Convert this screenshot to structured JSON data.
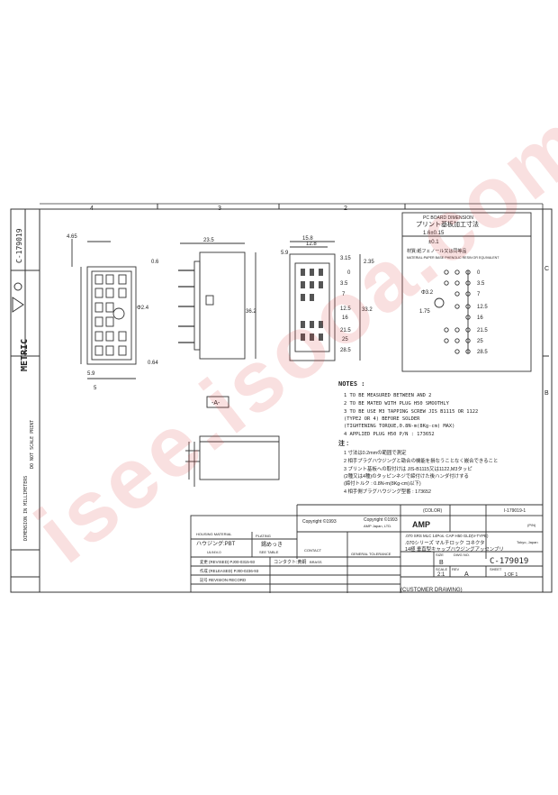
{
  "watermark": "isee.isooa.com",
  "frame": {
    "zones_top": [
      "4",
      "3",
      "2"
    ],
    "zones_right": [
      "C",
      "B"
    ],
    "side_title": "C-179019",
    "side_metric": "METRIC",
    "side_note_1": "DIMENSION IN MILLIMETERS",
    "side_note_2": "DO NOT SCALE PRINT"
  },
  "pcb": {
    "header_1": "PC BOARD DIMENSION",
    "header_2": "プリント基板加工寸法",
    "tol_1": "1.6±0.15",
    "tol_2": "±0.1",
    "material_1": "材質:紙フェノール又は同等品",
    "material_2": "MATERIAL:PAPER BASE PHENOLIC RESIN OR EQUIVALENT",
    "hole_dia": "Φ3.2",
    "dims": [
      "0",
      "3.5",
      "7",
      "12.5",
      "16",
      "21.5",
      "25",
      "28.5"
    ],
    "left_dim": "1.75"
  },
  "dims": {
    "front": [
      "4.65",
      "23.5",
      "36.2",
      "5.9",
      "0.6",
      "Φ2.4",
      "0.64",
      "5"
    ],
    "side": [
      "15.8",
      "12.8",
      "5.9",
      "3.15",
      "2.35",
      "0",
      "3.5",
      "7",
      "12.5",
      "16",
      "21.5",
      "25",
      "28.5",
      "33.2"
    ],
    "view_label": "-A-"
  },
  "notes": {
    "title": "NOTES :",
    "en": [
      "1  TO BE MEASURED BETWEEN  AND 2",
      "2  TO BE MATED WITH PLUG H50 SMOOTHLY",
      "3  TO BE USE M3 TAPPING SCREW JIS B1115 OR 1122",
      "   (TYPE2 OR 4) BEFORE SOLDER",
      "   (TIGHTENING TORQUE,0.8N-m(8Kg-cm) MAX)",
      "4  APPLIED PLUG H50 P/N : 173652"
    ],
    "ja_title": "注 :",
    "ja": [
      "1  寸法は0.2mmの範囲で測定",
      "2  相手プラグハウジングと勘合の機能を損なうことなく嵌合できること",
      "3  プリント基板への取付けは  JIS-B1115又は1122,M3タッピ",
      "   (2種又は4種)のタッピンネジで締付けた後ハンダ付けする",
      "   (締付トルク :  0.8N-m(8Kg-cm)以下)",
      "4  相手側プラグハウジング型番 : 173652"
    ]
  },
  "title_block": {
    "copyright_1": "Copyright ©1993",
    "copyright_2": "Copyright ©1993",
    "company_small": "AMP Japan, LTD.",
    "logo": "AMP",
    "location": "Tokyo, Japan",
    "part_ref": "I-179019-1",
    "color_label": "(COLOR)",
    "pn_label": "(P/N)",
    "housing_label": "HOUSING MATERIAL",
    "housing_value": "ハウジング:PBT",
    "housing_sub": "UL94V-0",
    "plating_label": "PLATING",
    "plating_value": "錫めっき",
    "see_table": "SEE TABLE",
    "contact_label": "CONTACT",
    "contact_value": "コンタクト:黄銅",
    "brass": "BRASS",
    "title_en": ".070 SRS MLC 14Pos. CAP H50 GLD(V-TYPE)",
    "title_ja_1": ".070シリーズ マルチロック コネクタ",
    "title_ja_2": "14極 垂直型キャップハウジングアッセンブリ",
    "size_label": "SIZE",
    "size_value": "B",
    "dwg_no_label": "DWG NO.",
    "dwg_no": "C-179019",
    "scale_label": "SCALE",
    "scale_value": "2:1",
    "rev_label": "REV",
    "rev_value": "A",
    "sheet_label": "SHEET",
    "sheet_value": "1 OF 1",
    "general_tol": "GENERAL TOLERANCE",
    "rev_rows": [
      "変更 (REVISED) PJ00-0315-93",
      "作成 (RELEASED) PJ00-0236-93",
      "記号 REVISION RECORD"
    ],
    "customer": "(CUSTOMER DRAWING)"
  }
}
